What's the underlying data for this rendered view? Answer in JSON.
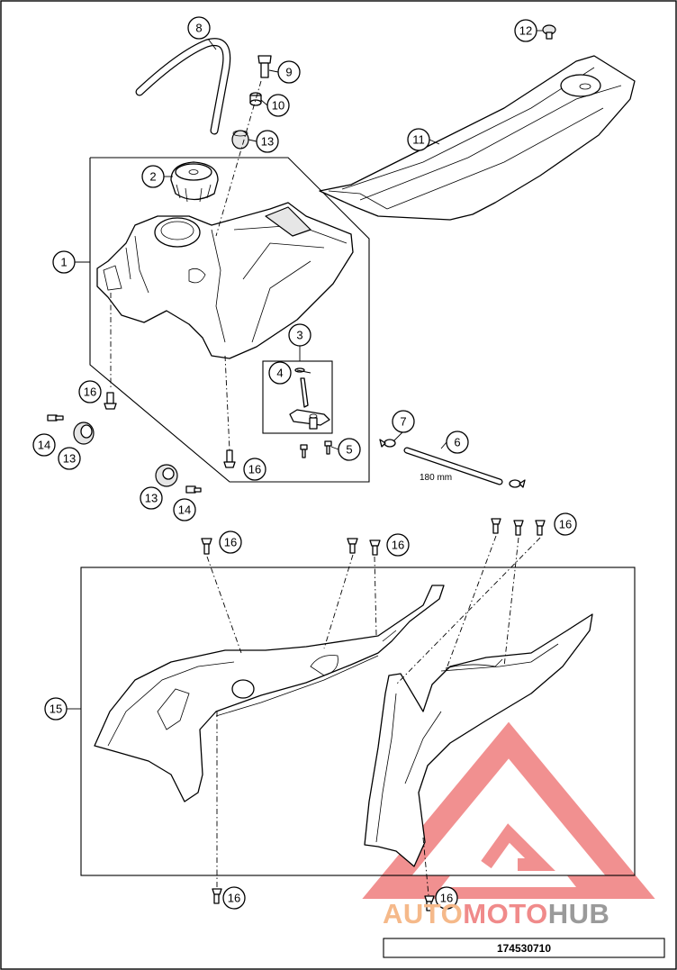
{
  "callouts": [
    "1",
    "2",
    "3",
    "4",
    "5",
    "6",
    "7",
    "8",
    "9",
    "10",
    "11",
    "12",
    "13",
    "14",
    "15",
    "16"
  ],
  "dimension": {
    "hose_length": "180 mm"
  },
  "watermark": {
    "part_a": "AUTO",
    "part_b": "MOTO",
    "part_c": "HUB"
  },
  "footer": {
    "diagram_code": "174530710"
  },
  "colors": {
    "watermark_a": "#f5b98a",
    "watermark_b": "#f08a8a",
    "watermark_c": "#9a9a9a",
    "logo_triangle": "#ef7d7d"
  }
}
